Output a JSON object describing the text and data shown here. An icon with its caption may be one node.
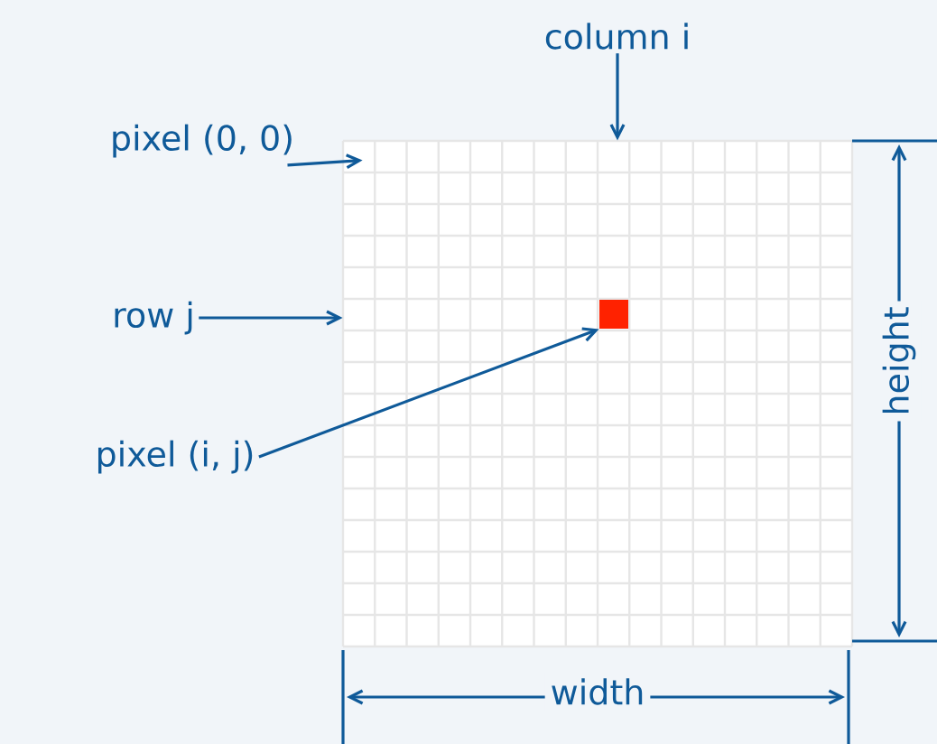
{
  "diagram": {
    "nodes": [
      {
        "text": [
          "pixel (0, 0)"
        ]
      },
      {
        "text": [
          "column i"
        ]
      },
      {
        "text": [
          "row j"
        ]
      },
      {
        "text": [
          "pixel (i, j)"
        ]
      },
      {
        "text": [],
        "shape": "box"
      },
      {
        "text": [],
        "shape": "box",
        "in": 4
      }
    ],
    "edges": [
      {
        "from": 0,
        "to": 4,
        "arrow": "to"
      },
      {
        "from": 1,
        "to": 4,
        "arrow": "to"
      },
      {
        "from": 2,
        "to": 4,
        "arrow": "to"
      },
      {
        "from": 3,
        "to": 5,
        "arrow": "to"
      }
    ],
    "labels": [
      "height",
      "width"
    ]
  }
}
